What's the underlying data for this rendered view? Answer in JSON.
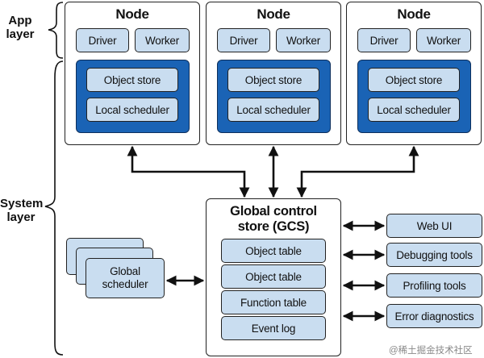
{
  "layers": {
    "app": "App\nlayer",
    "system": "System\nlayer"
  },
  "nodes": [
    {
      "title": "Node",
      "driver": "Driver",
      "worker": "Worker",
      "object_store": "Object store",
      "local_scheduler": "Local scheduler"
    },
    {
      "title": "Node",
      "driver": "Driver",
      "worker": "Worker",
      "object_store": "Object store",
      "local_scheduler": "Local scheduler"
    },
    {
      "title": "Node",
      "driver": "Driver",
      "worker": "Worker",
      "object_store": "Object store",
      "local_scheduler": "Local scheduler"
    }
  ],
  "gcs": {
    "title": "Global control\nstore (GCS)",
    "tables": [
      "Object table",
      "Object table",
      "Function table",
      "Event log"
    ]
  },
  "global_scheduler": {
    "label": "Global\nscheduler"
  },
  "tools": [
    "Web UI",
    "Debugging tools",
    "Profiling tools",
    "Error diagnostics"
  ],
  "watermark": "@稀土掘金技术社区",
  "colors": {
    "pill": "#c9ddf0",
    "inner_blue": "#1a63b5",
    "line": "#222222"
  }
}
